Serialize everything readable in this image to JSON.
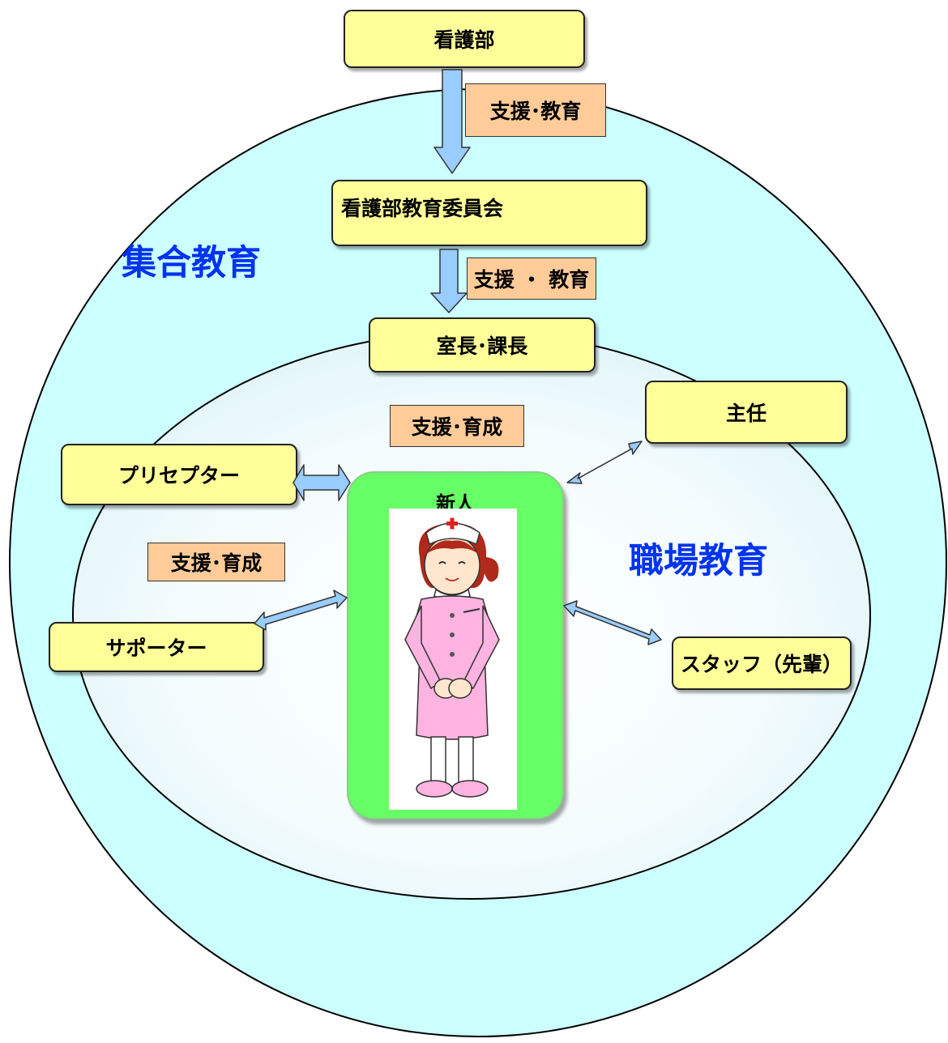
{
  "top": {
    "nursing_dept": "看護部"
  },
  "committee": {
    "label": "看護部教育委員会"
  },
  "manager": {
    "label": "室長･課長"
  },
  "chief": {
    "label": "主任"
  },
  "preceptor": {
    "label": "プリセプター"
  },
  "supporter": {
    "label": "サポーター"
  },
  "staff": {
    "label": "スタッフ（先輩）"
  },
  "newbie": {
    "label": "新人"
  },
  "edge_labels": {
    "dept_to_committee": "支援･教育",
    "committee_to_manager": "支援 ・ 教育",
    "manager_to_newbie": "支援･育成",
    "preceptor_supporter": "支援･育成"
  },
  "zones": {
    "group_education": "集合教育",
    "workplace_education": "職場教育"
  },
  "colors": {
    "outer_circle": "#ccffff",
    "box_fill": "#ffff99",
    "label_fill": "#ffcc99",
    "arrow_fill": "#99ccff",
    "newbie_fill": "#66ff66",
    "zone_text": "#0033ee"
  },
  "icons": {
    "newbie_figure": "nurse-figure-icon"
  }
}
